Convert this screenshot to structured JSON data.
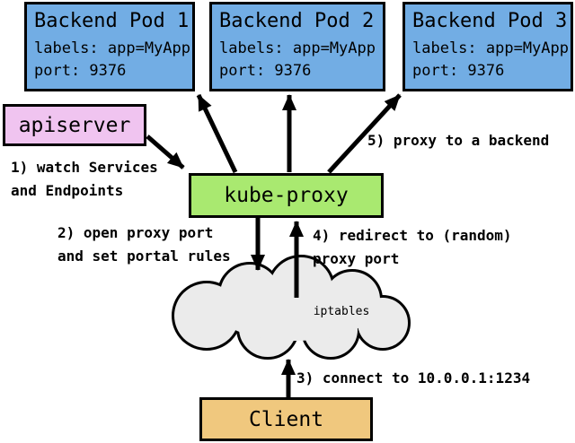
{
  "colors": {
    "pod_fill": "#72ade4",
    "apiserver_fill": "#f0c4f0",
    "kube_proxy_fill": "#a9e970",
    "client_fill": "#f0c87e",
    "cloud_fill": "#ebebeb",
    "outline": "#000000"
  },
  "pods": [
    {
      "title": "Backend Pod 1",
      "labels_line": "labels: app=MyApp",
      "port_line": "port: 9376"
    },
    {
      "title": "Backend Pod 2",
      "labels_line": "labels: app=MyApp",
      "port_line": "port: 9376"
    },
    {
      "title": "Backend Pod 3",
      "labels_line": "labels: app=MyApp",
      "port_line": "port: 9376"
    }
  ],
  "nodes": {
    "apiserver": "apiserver",
    "kube_proxy": "kube-proxy",
    "iptables": "iptables",
    "client": "Client"
  },
  "annotations": {
    "step1": [
      "1) watch Services",
      "and Endpoints"
    ],
    "step2": [
      "2) open proxy port",
      "and set portal rules"
    ],
    "step3": [
      "3) connect to 10.0.0.1:1234"
    ],
    "step4": [
      "4) redirect to (random)",
      "proxy port"
    ],
    "step5": [
      "5) proxy to a backend"
    ]
  }
}
